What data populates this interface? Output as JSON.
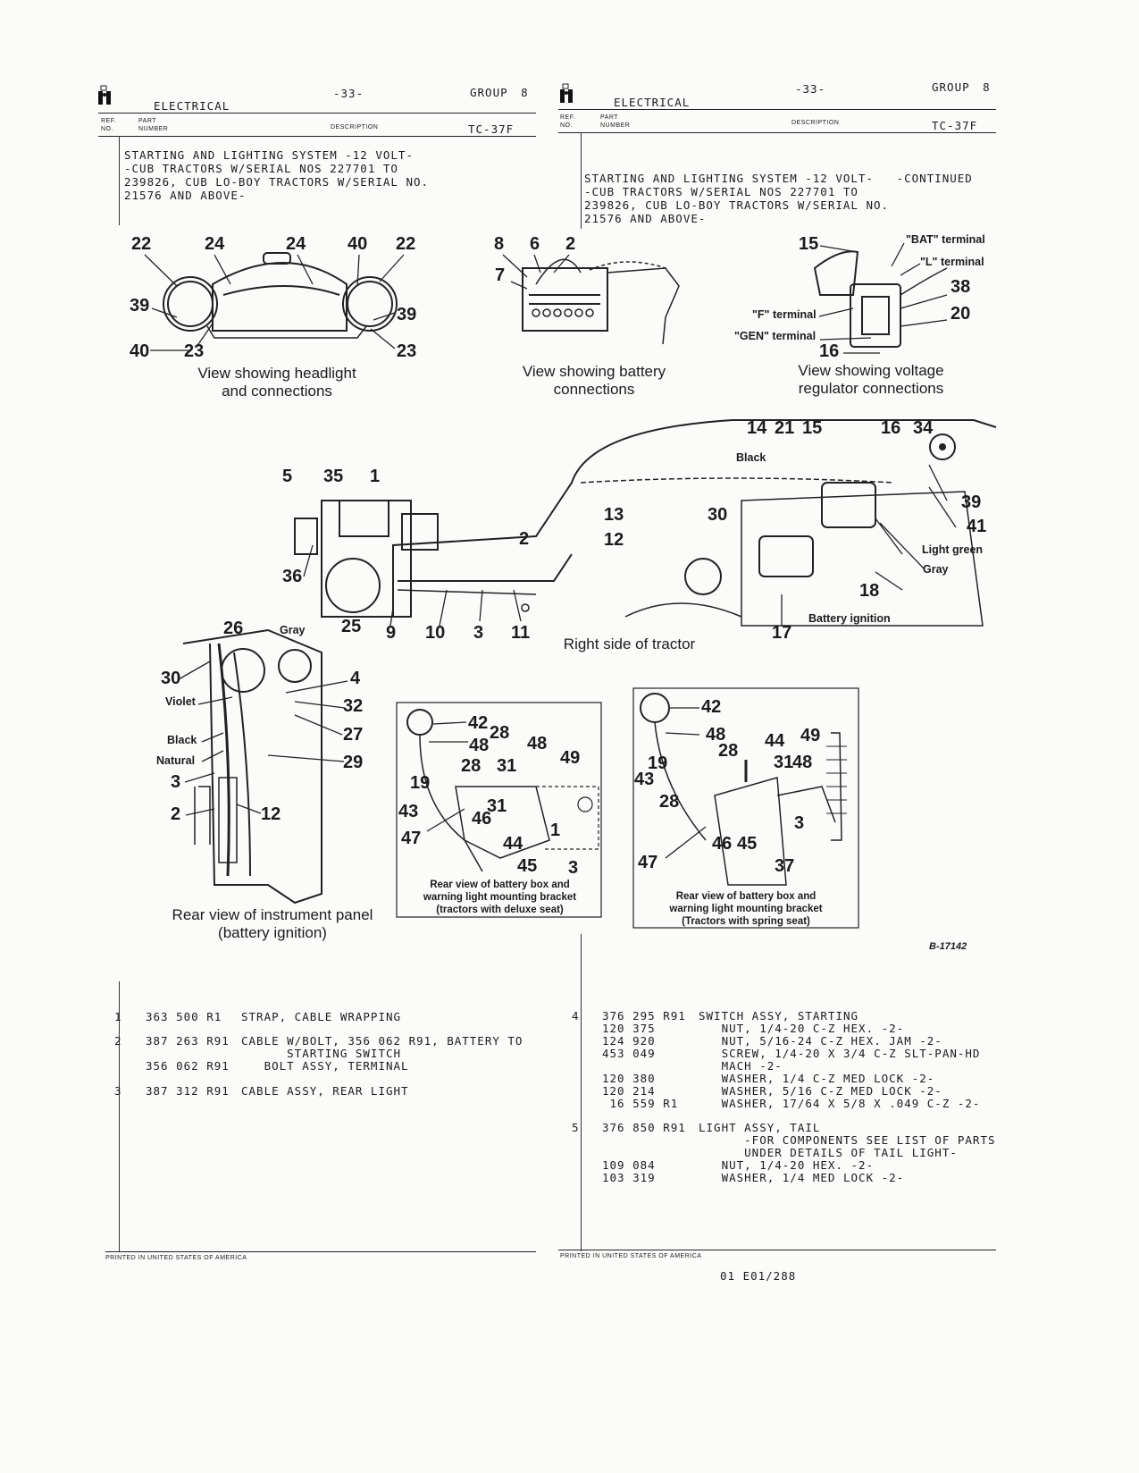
{
  "left_header": {
    "section": "ELECTRICAL",
    "page": "-33-",
    "group": "GROUP 8",
    "ref_label_1": "REF.",
    "ref_label_2": "NO.",
    "part_label_1": "PART",
    "part_label_2": "NUMBER",
    "description_label": "DESCRIPTION",
    "model": "TC-37F"
  },
  "right_header": {
    "section": "ELECTRICAL",
    "page": "-33-",
    "group": "GROUP 8",
    "ref_label_1": "REF.",
    "ref_label_2": "NO.",
    "part_label_1": "PART",
    "part_label_2": "NUMBER",
    "description_label": "DESCRIPTION",
    "model": "TC-37F"
  },
  "left_intro": [
    "STARTING AND LIGHTING SYSTEM -12 VOLT-",
    "-CUB TRACTORS W/SERIAL NOS 227701 TO",
    "239826, CUB LO-BOY TRACTORS W/SERIAL NO.",
    "21576 AND ABOVE-"
  ],
  "right_intro": [
    "STARTING AND LIGHTING SYSTEM -12 VOLT-   -CONTINUED",
    "-CUB TRACTORS W/SERIAL NOS 227701 TO",
    "239826, CUB LO-BOY TRACTORS W/SERIAL NO.",
    "21576 AND ABOVE-"
  ],
  "captions": {
    "headlight": [
      "View showing headlight",
      "and connections"
    ],
    "battery": [
      "View showing battery",
      "connections"
    ],
    "regulator": [
      "View showing voltage",
      "regulator connections"
    ],
    "right_side": "Right side of tractor",
    "instrument": [
      "Rear view of instrument panel",
      "(battery ignition)"
    ],
    "deluxe": [
      "Rear view of battery box and",
      "warning light mounting bracket",
      "(tractors with deluxe seat)"
    ],
    "spring": [
      "Rear view of battery box and",
      "warning light mounting bracket",
      "(Tractors with spring seat)"
    ],
    "figure_number": "B-17142"
  },
  "diagram_labels": {
    "bat_terminal": "\"BAT\" terminal",
    "l_terminal": "\"L\" terminal",
    "f_terminal": "\"F\" terminal",
    "gen_terminal": "\"GEN\" terminal",
    "black": "Black",
    "light_green": "Light green",
    "gray": "Gray",
    "battery_ignition": "Battery ignition",
    "violet": "Violet",
    "natural": "Natural"
  },
  "callouts": {
    "headlight": [
      "22",
      "24",
      "24",
      "40",
      "22",
      "39",
      "39",
      "40",
      "23",
      "23"
    ],
    "battery": [
      "8",
      "6",
      "2",
      "7"
    ],
    "regulator": [
      "15",
      "38",
      "20",
      "16"
    ],
    "tractor": [
      "14",
      "21",
      "15",
      "16",
      "34",
      "39",
      "41",
      "13",
      "30",
      "12",
      "18",
      "17",
      "5",
      "35",
      "1",
      "2",
      "36",
      "9",
      "10",
      "3",
      "11"
    ],
    "instrument": [
      "26",
      "25",
      "30",
      "4",
      "32",
      "27",
      "29",
      "3",
      "2",
      "12"
    ],
    "deluxe": [
      "42",
      "28",
      "48",
      "48",
      "28",
      "31",
      "49",
      "19",
      "31",
      "43",
      "46",
      "47",
      "44",
      "1",
      "45",
      "3"
    ],
    "spring": [
      "42",
      "48",
      "28",
      "44",
      "49",
      "19",
      "31",
      "48",
      "43",
      "28",
      "3",
      "47",
      "46",
      "45",
      "37"
    ]
  },
  "parts_left": [
    {
      "ref": "1",
      "rows": [
        {
          "part": "363 500 R1",
          "desc": "STRAP, CABLE WRAPPING"
        }
      ]
    },
    {
      "ref": "2",
      "rows": [
        {
          "part": "387 263 R91",
          "desc": "CABLE W/BOLT, 356 062 R91, BATTERY TO"
        },
        {
          "part": "",
          "desc": "      STARTING SWITCH"
        },
        {
          "part": "356 062 R91",
          "desc": "   BOLT ASSY, TERMINAL"
        }
      ]
    },
    {
      "ref": "3",
      "rows": [
        {
          "part": "387 312 R91",
          "desc": "CABLE ASSY, REAR LIGHT"
        }
      ]
    }
  ],
  "parts_right": [
    {
      "ref": "4",
      "rows": [
        {
          "part": "376 295 R91",
          "desc": "SWITCH ASSY, STARTING"
        },
        {
          "part": "120 375",
          "desc": "   NUT, 1/4-20 C-Z HEX. -2-"
        },
        {
          "part": "124 920",
          "desc": "   NUT, 5/16-24 C-Z HEX. JAM -2-"
        },
        {
          "part": "453 049",
          "desc": "   SCREW, 1/4-20 X 3/4 C-Z SLT-PAN-HD"
        },
        {
          "part": "",
          "desc": "   MACH -2-"
        },
        {
          "part": "120 380",
          "desc": "   WASHER, 1/4 C-Z MED LOCK -2-"
        },
        {
          "part": "120 214",
          "desc": "   WASHER, 5/16 C-Z MED LOCK -2-"
        },
        {
          "part": " 16 559 R1",
          "desc": "   WASHER, 17/64 X 5/8 X .049 C-Z -2-"
        }
      ]
    },
    {
      "ref": "5",
      "rows": [
        {
          "part": "376 850 R91",
          "desc": "LIGHT ASSY, TAIL"
        },
        {
          "part": "",
          "desc": "      -FOR COMPONENTS SEE LIST OF PARTS"
        },
        {
          "part": "",
          "desc": "      UNDER DETAILS OF TAIL LIGHT-"
        },
        {
          "part": "109 084",
          "desc": "   NUT, 1/4-20 HEX. -2-"
        },
        {
          "part": "103 319",
          "desc": "   WASHER, 1/4 MED LOCK -2-"
        }
      ]
    }
  ],
  "footer": {
    "left_printed": "PRINTED IN UNITED STATES OF AMERICA",
    "right_printed": "PRINTED IN UNITED STATES OF AMERICA",
    "code": "01 E01/288"
  }
}
